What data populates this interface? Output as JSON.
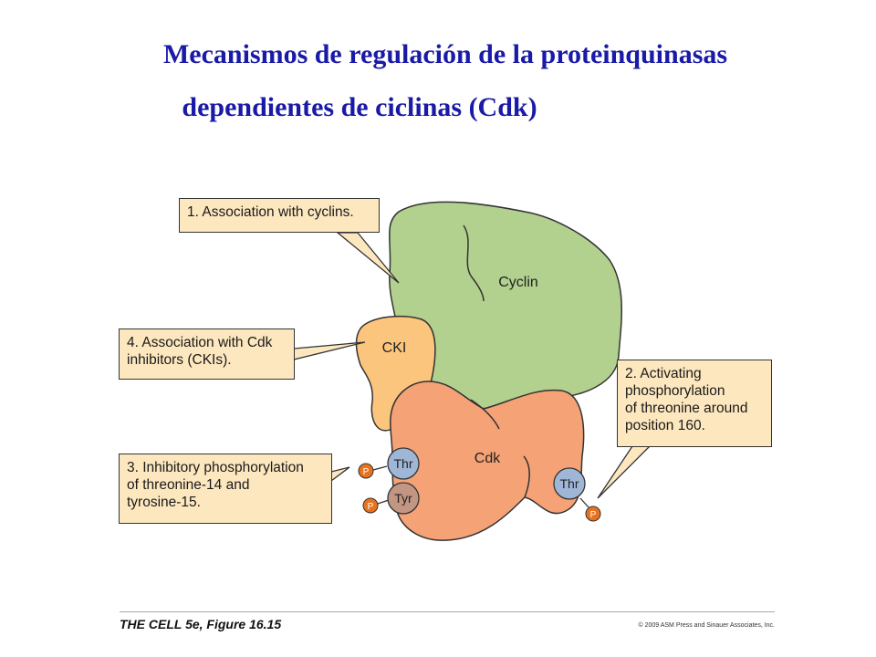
{
  "title": {
    "line1": "Mecanismos de regulación de la proteinquinasas",
    "line2": "dependientes de ciclinas (Cdk)"
  },
  "shapes": {
    "cyclin": "Cyclin",
    "cki": "CKI",
    "cdk": "Cdk",
    "thr_left": "Thr",
    "tyr": "Tyr",
    "thr_right": "Thr",
    "phosphate": "P"
  },
  "callouts": {
    "c1": "1. Association with cyclins.",
    "c4": "4. Association with Cdk\ninhibitors (CKIs).",
    "c3": "3. Inhibitory phosphorylation\nof threonine-14 and\ntyrosine-15.",
    "c2": "2. Activating\nphosphorylation\nof threonine around\nposition 160."
  },
  "footer": {
    "figure": "THE CELL 5e, Figure 16.15",
    "copyright": "© 2009 ASM Press and Sinauer Associates, Inc."
  },
  "colors": {
    "title": "#1a1aa8",
    "cyclin": "#b2d08e",
    "cki": "#fbc57d",
    "cdk": "#f4a276",
    "residue": "#9fb6d6",
    "tyr_residue": "#c29682",
    "phosphate": "#e8731f",
    "callout_bg": "#fde7bf"
  }
}
